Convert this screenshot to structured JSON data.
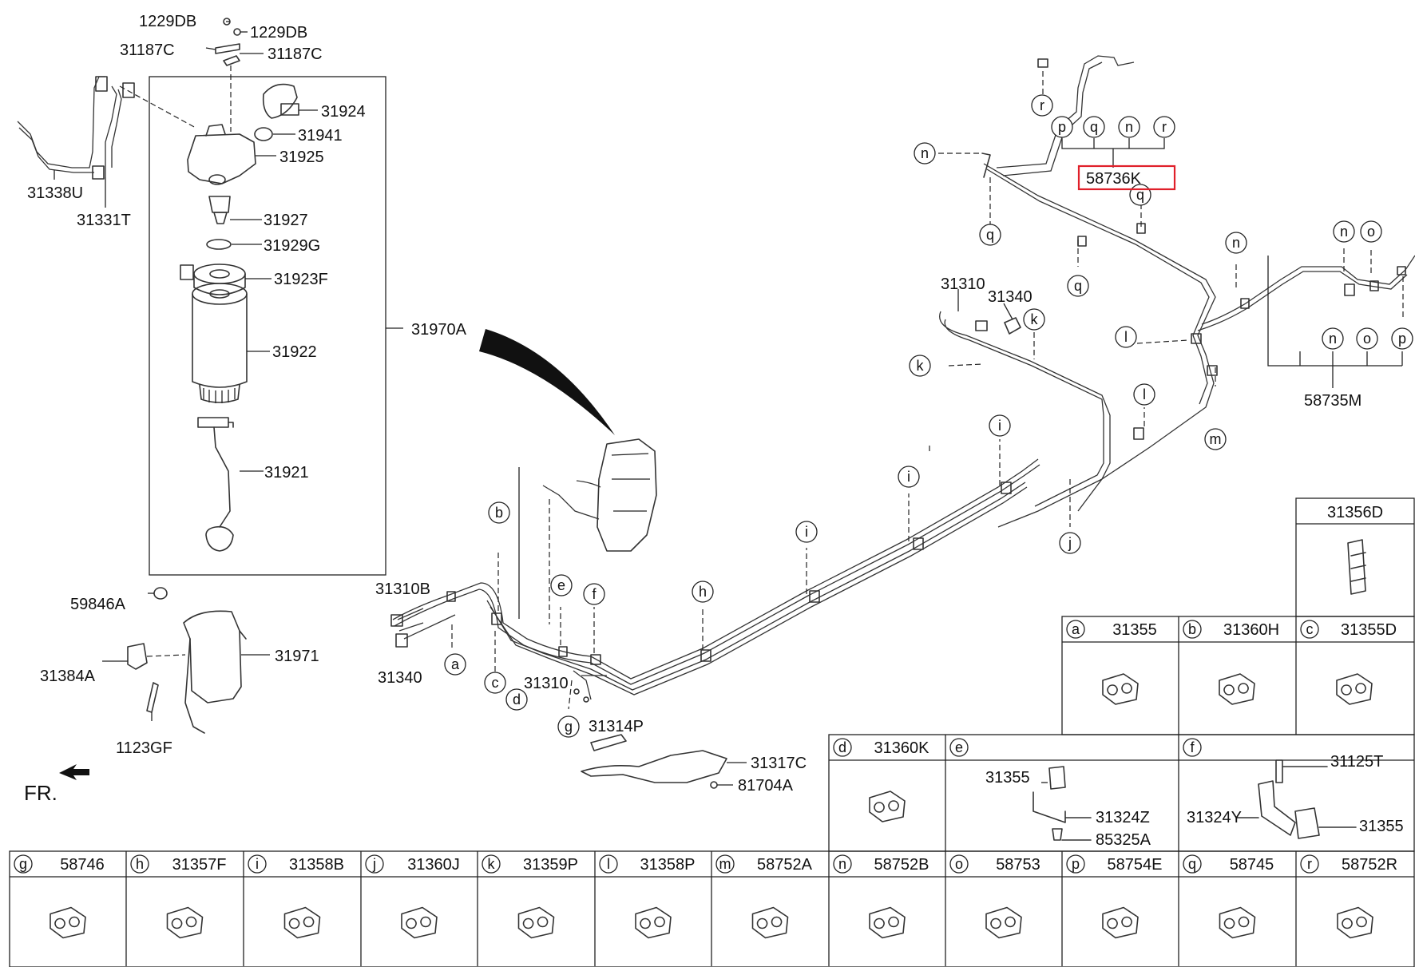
{
  "callouts": [
    {
      "id": "c1229a",
      "text": "1229DB"
    },
    {
      "id": "c1229b",
      "text": "1229DB"
    },
    {
      "id": "c31187a",
      "text": "31187C"
    },
    {
      "id": "c31187b",
      "text": "31187C"
    },
    {
      "id": "c31924",
      "text": "31924"
    },
    {
      "id": "c31941",
      "text": "31941"
    },
    {
      "id": "c31925",
      "text": "31925"
    },
    {
      "id": "c31927",
      "text": "31927"
    },
    {
      "id": "c31929",
      "text": "31929G"
    },
    {
      "id": "c31923",
      "text": "31923F"
    },
    {
      "id": "c31922",
      "text": "31922"
    },
    {
      "id": "c31921",
      "text": "31921"
    },
    {
      "id": "c31970",
      "text": "31970A"
    },
    {
      "id": "c31338",
      "text": "31338U"
    },
    {
      "id": "c31331",
      "text": "31331T"
    },
    {
      "id": "c59846",
      "text": "59846A"
    },
    {
      "id": "c31384",
      "text": "31384A"
    },
    {
      "id": "c31971",
      "text": "31971"
    },
    {
      "id": "c1123",
      "text": "1123GF"
    },
    {
      "id": "c31310b",
      "text": "31310B"
    },
    {
      "id": "c31340a",
      "text": "31340"
    },
    {
      "id": "c31310a",
      "text": "31310"
    },
    {
      "id": "c31314",
      "text": "31314P"
    },
    {
      "id": "c31317",
      "text": "31317C"
    },
    {
      "id": "c81704",
      "text": "81704A"
    },
    {
      "id": "c31310c",
      "text": "31310"
    },
    {
      "id": "c31340b",
      "text": "31340"
    },
    {
      "id": "c58736",
      "text": "58736K"
    },
    {
      "id": "c58735",
      "text": "58735M"
    },
    {
      "id": "cfr",
      "text": "FR."
    }
  ],
  "letters": [
    {
      "id": "l-a",
      "text": "a"
    },
    {
      "id": "l-b",
      "text": "b"
    },
    {
      "id": "l-c",
      "text": "c"
    },
    {
      "id": "l-d",
      "text": "d"
    },
    {
      "id": "l-e",
      "text": "e"
    },
    {
      "id": "l-f",
      "text": "f"
    },
    {
      "id": "l-g",
      "text": "g"
    },
    {
      "id": "l-h",
      "text": "h"
    },
    {
      "id": "l-i1",
      "text": "i"
    },
    {
      "id": "l-i2",
      "text": "i"
    },
    {
      "id": "l-i3",
      "text": "i"
    },
    {
      "id": "l-j",
      "text": "j"
    },
    {
      "id": "l-k1",
      "text": "k"
    },
    {
      "id": "l-k2",
      "text": "k"
    },
    {
      "id": "l-l1",
      "text": "l"
    },
    {
      "id": "l-l2",
      "text": "l"
    },
    {
      "id": "l-m",
      "text": "m"
    },
    {
      "id": "l-n1",
      "text": "n"
    },
    {
      "id": "l-n2",
      "text": "n"
    },
    {
      "id": "l-n3",
      "text": "n"
    },
    {
      "id": "l-n4",
      "text": "n"
    },
    {
      "id": "l-n5",
      "text": "n"
    },
    {
      "id": "l-o1",
      "text": "o"
    },
    {
      "id": "l-o2",
      "text": "o"
    },
    {
      "id": "l-p1",
      "text": "p"
    },
    {
      "id": "l-p2",
      "text": "p"
    },
    {
      "id": "l-q1",
      "text": "q"
    },
    {
      "id": "l-q2",
      "text": "q"
    },
    {
      "id": "l-q3",
      "text": "q"
    },
    {
      "id": "l-q4",
      "text": "q"
    },
    {
      "id": "l-r1",
      "text": "r"
    },
    {
      "id": "l-r2",
      "text": "r"
    },
    {
      "id": "l-g2",
      "text": "g"
    }
  ],
  "legend": {
    "top": {
      "code": "31356D"
    },
    "row1": [
      {
        "letter": "a",
        "code": "31355"
      },
      {
        "letter": "b",
        "code": "31360H"
      },
      {
        "letter": "c",
        "code": "31355D"
      }
    ],
    "row2": [
      {
        "letter": "d",
        "code": "31360K"
      },
      {
        "letter": "e",
        "code": "",
        "sub": [
          "31355",
          "31324Z",
          "85325A"
        ]
      },
      {
        "letter": "f",
        "code": "",
        "sub": [
          "31125T",
          "31324Y",
          "31355"
        ]
      }
    ],
    "row3": [
      {
        "letter": "g",
        "code": "58746"
      },
      {
        "letter": "h",
        "code": "31357F"
      },
      {
        "letter": "i",
        "code": "31358B"
      },
      {
        "letter": "j",
        "code": "31360J"
      },
      {
        "letter": "k",
        "code": "31359P"
      },
      {
        "letter": "l",
        "code": "31358P"
      },
      {
        "letter": "m",
        "code": "58752A"
      },
      {
        "letter": "n",
        "code": "58752B"
      },
      {
        "letter": "o",
        "code": "58753"
      },
      {
        "letter": "p",
        "code": "58754E"
      },
      {
        "letter": "q",
        "code": "58745"
      },
      {
        "letter": "r",
        "code": "58752R"
      }
    ]
  },
  "highlight_color": "#e0202a"
}
